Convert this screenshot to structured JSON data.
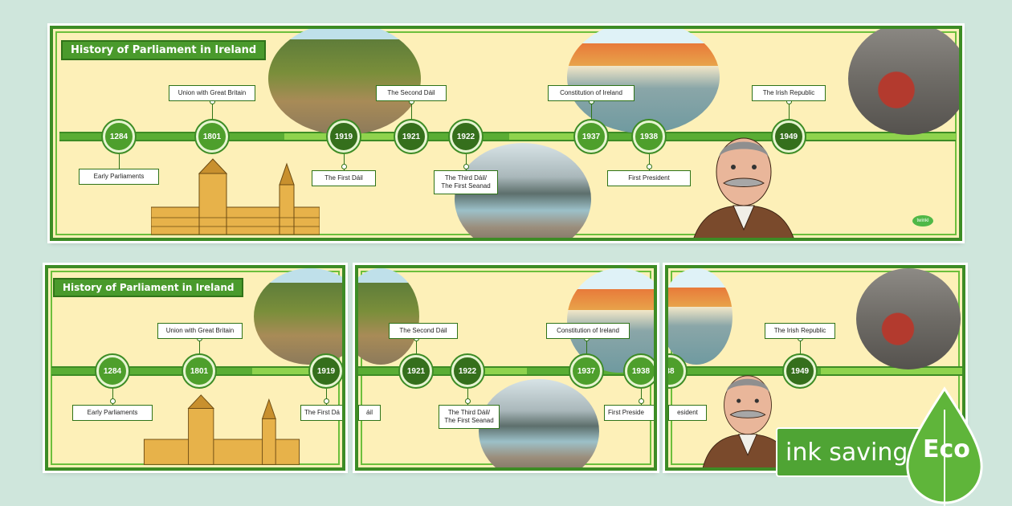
{
  "title": "History of Parliament in Ireland",
  "events": {
    "e1284": {
      "year": "1284",
      "label": "Early Parliaments"
    },
    "e1801": {
      "year": "1801",
      "label": "Union with Great Britain"
    },
    "e1919": {
      "year": "1919",
      "label": "The First Dáil"
    },
    "e1921": {
      "year": "1921",
      "label": "The Second Dáil"
    },
    "e1922": {
      "year": "1922",
      "label_line1": "The Third Dáil/",
      "label_line2": "The First Seanad"
    },
    "e1937": {
      "year": "1937",
      "label": "Constitution of Ireland"
    },
    "e1938": {
      "year": "1938",
      "label": "First President"
    },
    "e1949": {
      "year": "1949",
      "label": "The Irish Republic"
    }
  },
  "split": {
    "first_dail_partial": "The First Dá",
    "first_dail_tail": "áil",
    "first_president_partial": "First Preside",
    "first_president_tail": "esident",
    "year_1938_tail": "38"
  },
  "eco": {
    "label": "ink saving",
    "badge": "Eco"
  },
  "logo": {
    "text": "twinkl"
  },
  "colors": {
    "accent": "#4a9a2c",
    "line": "#5aad34",
    "paper": "#fdf0b8",
    "background": "#cfe6dc"
  }
}
